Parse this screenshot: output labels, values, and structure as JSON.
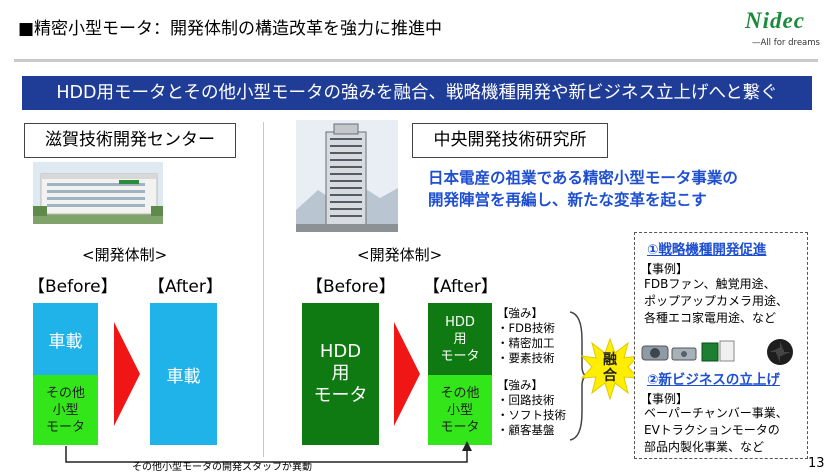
{
  "header": {
    "title": "■精密小型モータ：開発体制の構造改革を強力に推進中",
    "logo_text": "Nidec",
    "logo_tagline": "—All for dreams"
  },
  "banner": "HDD用モータとその他小型モータの強みを融合、戦略機種開発や新ビジネス立上げへと繋ぐ",
  "shiga": {
    "label": "滋賀技術開発センター",
    "dev_system": "<開発体制>",
    "before": "【Before】",
    "after": "【After】",
    "before_top": "車載",
    "before_bottom": "その他\n小型\nモータ",
    "after_block": "車載"
  },
  "central": {
    "label": "中央開発技術研究所",
    "headline": "日本電産の祖業である精密小型モータ事業の\n開発陣営を再編し、新たな変革を起こす",
    "dev_system": "<開発体制>",
    "before": "【Before】",
    "after": "【After】",
    "before_block": "HDD\n用\nモータ",
    "after_top": "HDD\n用\nモータ",
    "after_bottom": "その他\n小型\nモータ",
    "strengths_1": "【強み】\n・FDB技術\n・精密加工\n・要素技術",
    "strengths_2": "【強み】\n・回路技術\n・ソフト技術\n・顧客基盤",
    "fusion": "融\n合"
  },
  "cases": {
    "s1_title": "①戦略機種開発促進",
    "s1_label": "【事例】",
    "s1_body": "FDBファン、触覚用途、\nポップアップカメラ用途、\n各種エコ家電用途、など",
    "s2_title": "②新ビジネスの立上げ",
    "s2_label": "【事例】",
    "s2_body": "ベーパーチャンバー事業、\nEVトラクションモータの\n部品内製化事業、など"
  },
  "transfer_note": "その他小型モータの開発スタッフが異動",
  "page_number": "13",
  "colors": {
    "navy": "#1f3d96",
    "cyan": "#1fb3ea",
    "lime": "#33e61a",
    "dark_green": "#0f7a12",
    "red_arrow": "#f01616",
    "blue_text": "#1f4fd1",
    "logo_green": "#1a8a3c"
  }
}
